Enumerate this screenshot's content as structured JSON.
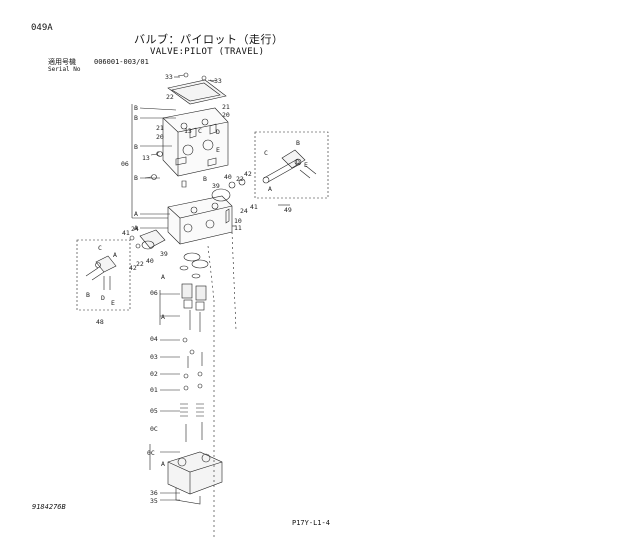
{
  "header": {
    "code": "049A",
    "title_jp": "バルブ：パイロット（走行）",
    "title_en": "VALVE:PILOT (TRAVEL)",
    "serial_label_jp": "適用号機",
    "serial_value": "006001-003/01",
    "serial_label_en": "Serial No"
  },
  "callouts": {
    "n33a": "33",
    "n33b": "33",
    "n22a": "22",
    "n21a": "21",
    "n20a": "20",
    "n21b": "21",
    "n20b": "20",
    "n13a": "13",
    "n13b": "13",
    "Ba": "B",
    "Bb": "B",
    "Bc": "B",
    "Bd": "B",
    "Be": "B",
    "Ca": "C",
    "Da": "D",
    "Ea": "E",
    "Cb": "C",
    "n06a": "06",
    "Aa": "A",
    "Ab": "A",
    "n39a": "39",
    "n40a": "40",
    "n22b": "22",
    "n42a": "42",
    "n41a": "41",
    "n24a": "24",
    "n10a": "10",
    "n11a": "11",
    "n49": "49",
    "rC": "C",
    "rD": "D",
    "rE": "E",
    "rB": "B",
    "rA": "A",
    "n41b": "41",
    "n24b": "24",
    "n40b": "40",
    "n22c": "22",
    "n42b": "42",
    "n39b": "39",
    "lC": "C",
    "lA": "A",
    "lB": "B",
    "lD": "D",
    "lE": "E",
    "n48": "48",
    "n06b": "06",
    "Ac": "A",
    "Ad": "A",
    "n04": "04",
    "n03": "03",
    "n02": "02",
    "n01": "01",
    "n05": "05",
    "n0Ca": "0C",
    "n0Cb": "0C",
    "Ae": "A",
    "n36": "36",
    "n35": "35"
  },
  "footer": {
    "drawing_no": "9184276B",
    "page_ref": "P17Y-L1-4"
  }
}
